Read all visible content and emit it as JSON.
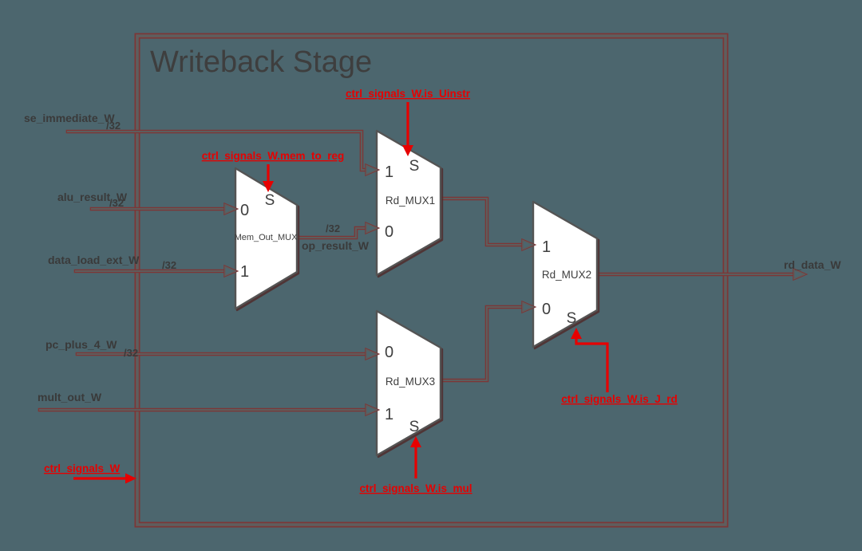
{
  "title": "Writeback Stage",
  "colors": {
    "background": "#4c666e",
    "wire": "#5d5d5d",
    "wire_shadow": "#7d3636",
    "control_signal": "#e60101",
    "mux_fill": "#ffffff",
    "text": "#3a3a3a"
  },
  "inputs": {
    "se_immediate": {
      "label": "se_immediate_W",
      "bus_width": "/32"
    },
    "alu_result": {
      "label": "alu_result_W",
      "bus_width": "/32"
    },
    "data_load_ext": {
      "label": "data_load_ext_W",
      "bus_width": "/32"
    },
    "pc_plus_4": {
      "label": "pc_plus_4_W",
      "bus_width": "/32"
    },
    "mult_out": {
      "label": "mult_out_W"
    },
    "ctrl_signals": {
      "label": "ctrl_signals_W"
    }
  },
  "outputs": {
    "rd_data": {
      "label": "rd_data_W"
    }
  },
  "internal_signals": {
    "op_result": {
      "label": "op_result_W",
      "bus_width": "/32"
    }
  },
  "control_signals": {
    "is_uinstr": {
      "label": "ctrl_signals_W.is_Uinstr"
    },
    "mem_to_reg": {
      "label": "ctrl_signals_W.mem_to_reg"
    },
    "is_mul": {
      "label": "ctrl_signals_W.is_mul"
    },
    "is_j_rd": {
      "label": "ctrl_signals_W.is_J_rd"
    }
  },
  "muxes": {
    "mem_out": {
      "name": "Mem_Out_MUX",
      "top_port": "0",
      "bottom_port": "1",
      "select": "S"
    },
    "rd_mux1": {
      "name": "Rd_MUX1",
      "top_port": "1",
      "bottom_port": "0",
      "select": "S"
    },
    "rd_mux2": {
      "name": "Rd_MUX2",
      "top_port": "1",
      "bottom_port": "0",
      "select": "S"
    },
    "rd_mux3": {
      "name": "Rd_MUX3",
      "top_port": "0",
      "bottom_port": "1",
      "select": "S"
    }
  }
}
